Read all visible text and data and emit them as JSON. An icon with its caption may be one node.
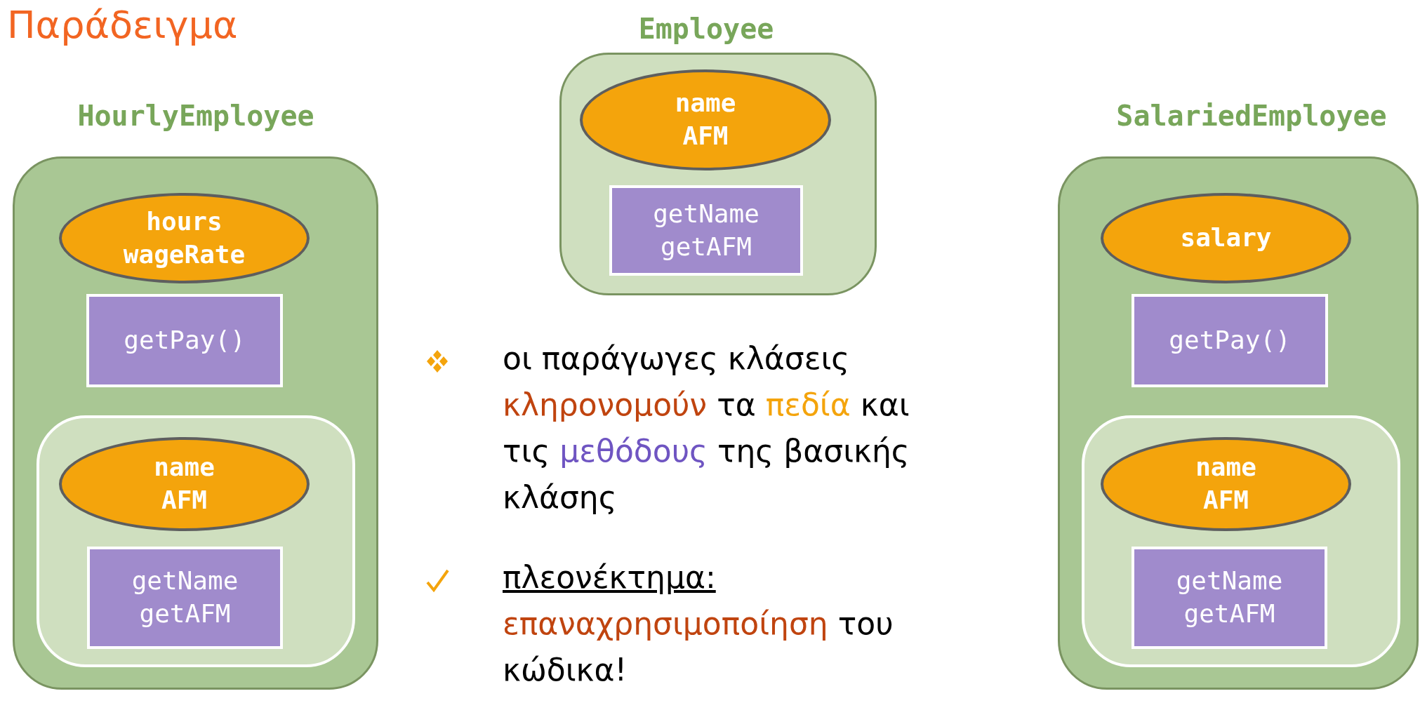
{
  "diagram": {
    "title": "Παράδειγμα",
    "nodes": [
      {
        "text": [
          "Employee"
        ]
      },
      {
        "text": [
          "name AFM"
        ],
        "in": 0
      },
      {
        "text": [
          "getName getAFM"
        ],
        "in": 0
      },
      {
        "text": [
          "HourlyEmployee"
        ]
      },
      {
        "text": [
          "hours wageRate"
        ],
        "in": 3
      },
      {
        "text": [
          "getPay()"
        ],
        "in": 3
      },
      {
        "text": [],
        "shape": "box",
        "in": 3
      },
      {
        "text": [
          "name AFM"
        ],
        "in": 6
      },
      {
        "text": [
          "getName getAFM"
        ],
        "in": 6
      },
      {
        "text": [
          "SalariedEmployee"
        ]
      },
      {
        "text": [
          "salary"
        ],
        "in": 9
      },
      {
        "text": [
          "getPay()"
        ],
        "in": 9
      },
      {
        "text": [],
        "shape": "box",
        "in": 9
      },
      {
        "text": [
          "name AFM"
        ],
        "in": 12
      },
      {
        "text": [
          "getName getAFM"
        ],
        "in": 12
      }
    ],
    "edges": [],
    "labels": [
      "οι παράγωγες κλάσεις κληρονομούν τα πεδία και τις μεθόδους της βασικής κλάσης",
      "πλεονέκτημα: επαναχρησιμοποίηση του κώδικα!"
    ]
  }
}
